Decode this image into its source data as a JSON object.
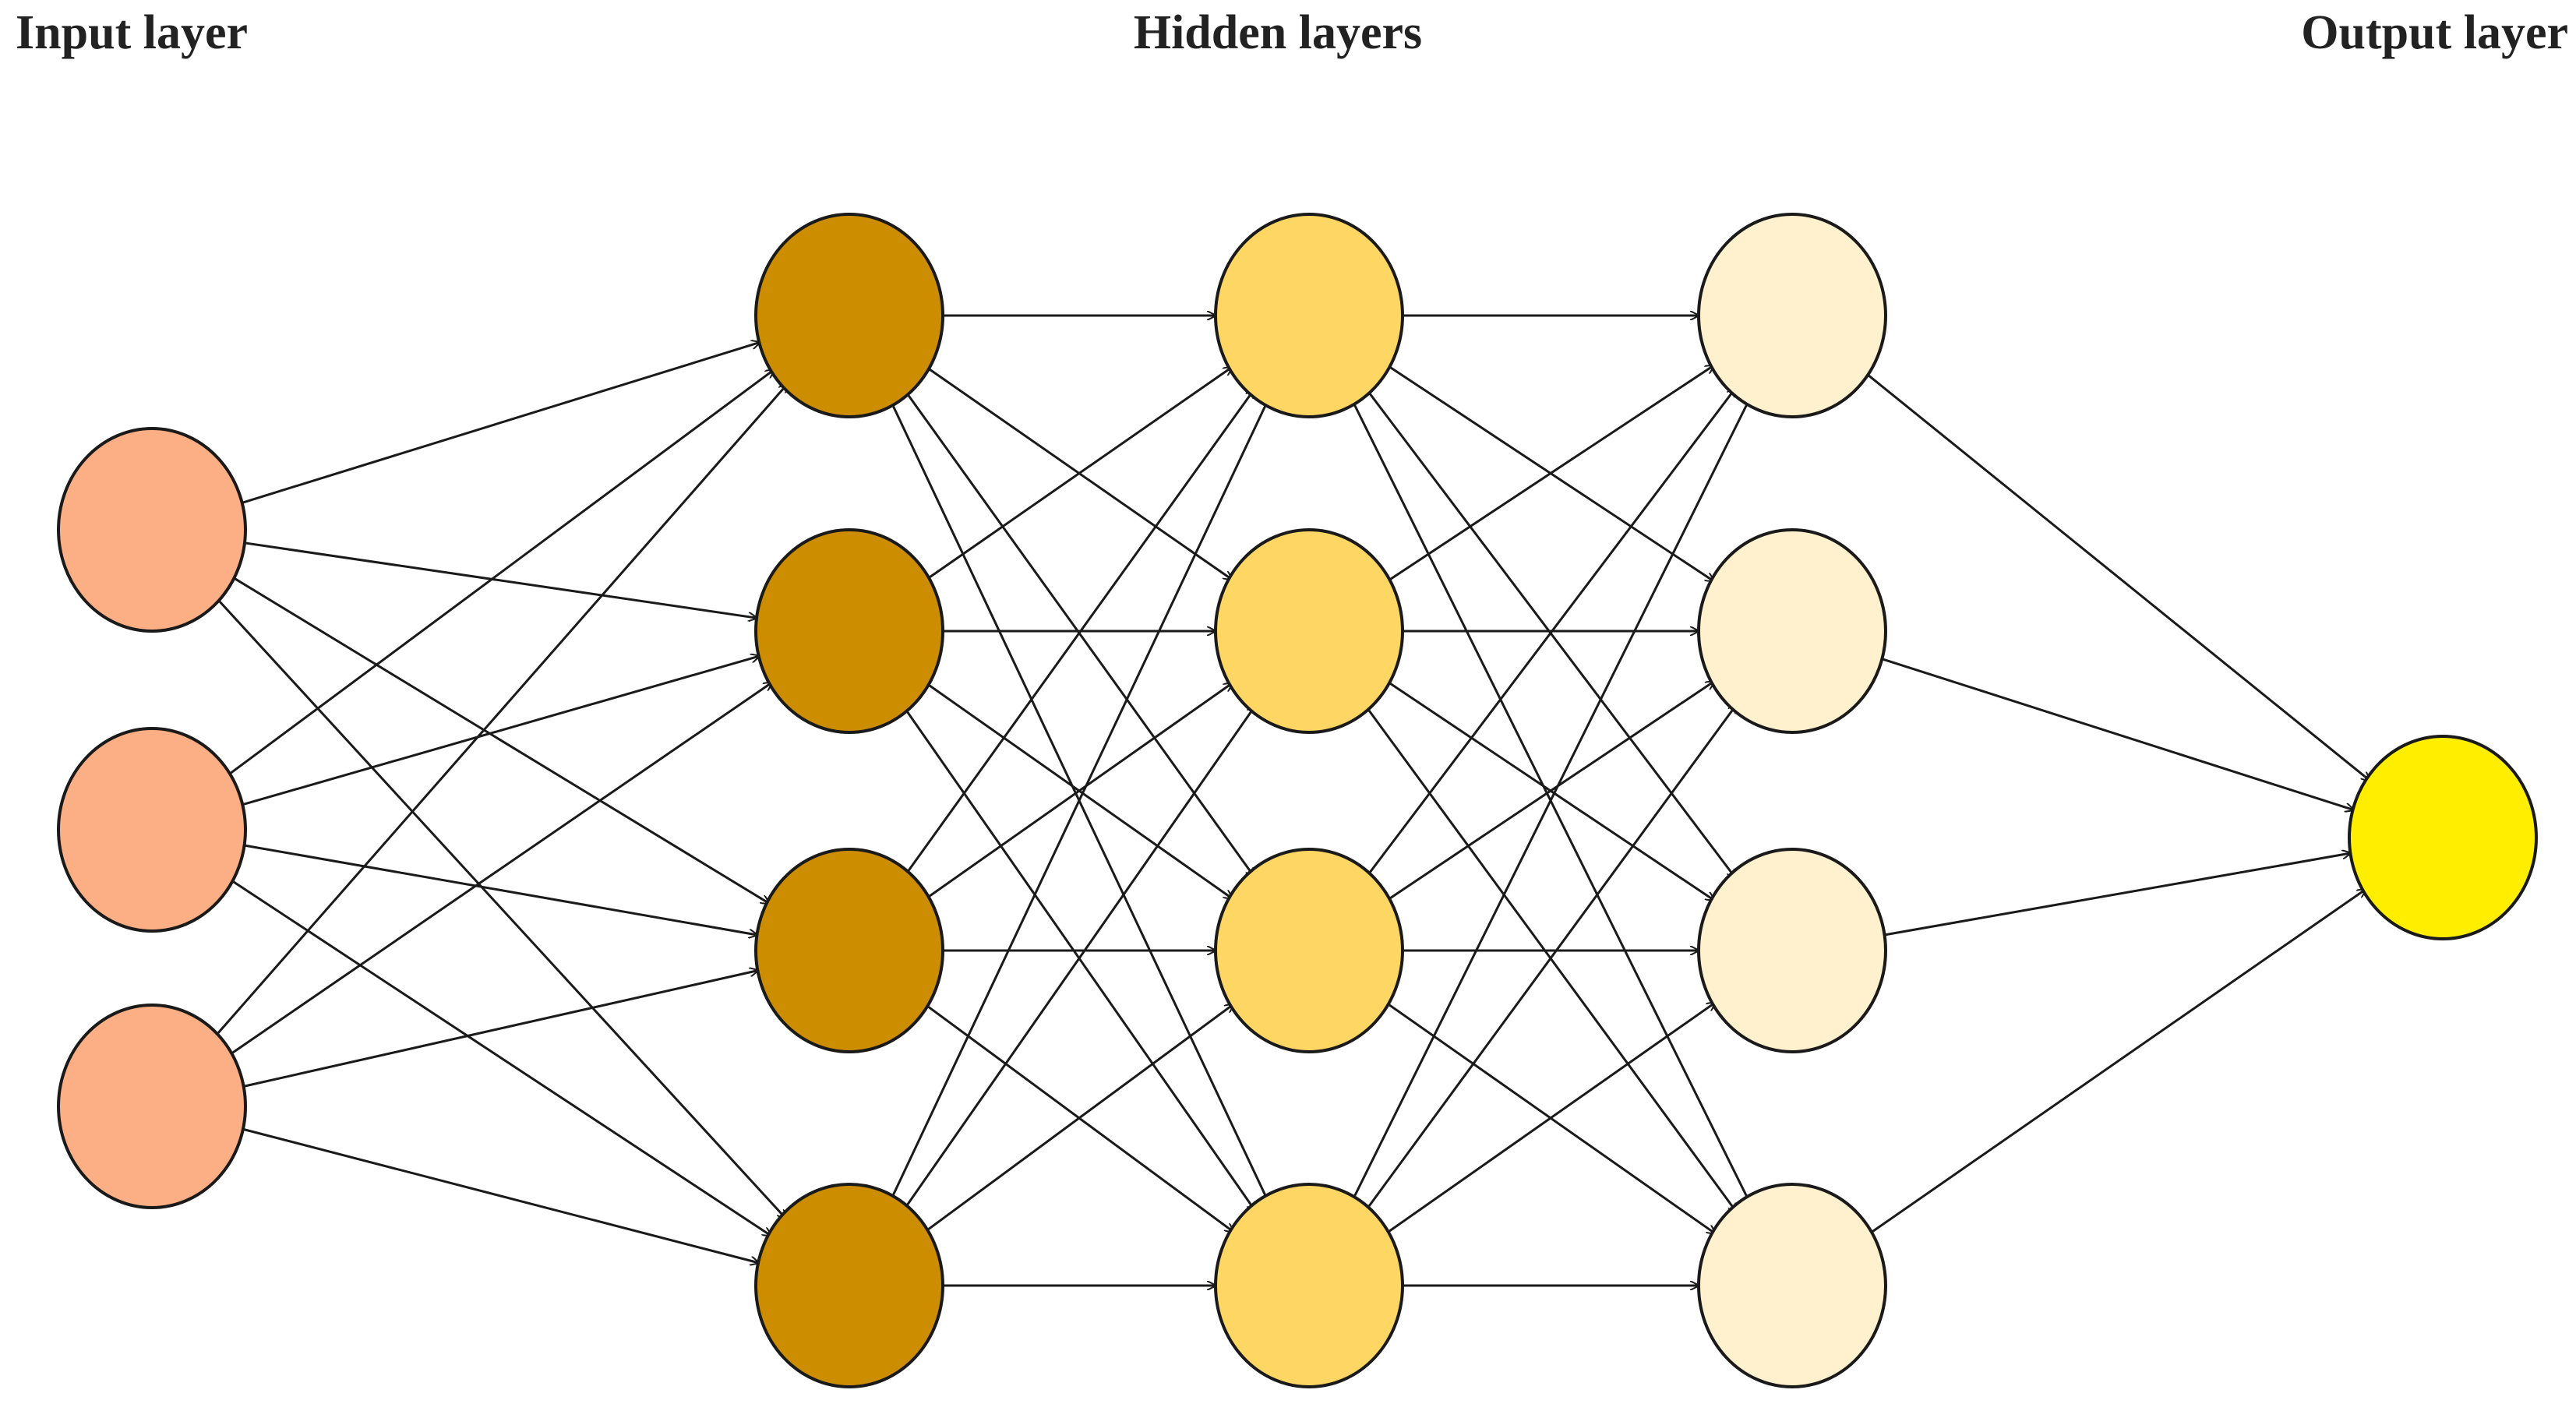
{
  "titles": {
    "input": "Input layer",
    "hidden": "Hidden layers",
    "output": "Output layer"
  },
  "network": {
    "layers": [
      {
        "name": "input",
        "nodes": 3,
        "color": "#FCAF84"
      },
      {
        "name": "hidden-1",
        "nodes": 4,
        "color": "#CC8D00"
      },
      {
        "name": "hidden-2",
        "nodes": 4,
        "color": "#FDD663"
      },
      {
        "name": "hidden-3",
        "nodes": 4,
        "color": "#FFF0CE"
      },
      {
        "name": "output",
        "nodes": 1,
        "color": "#FFEE00"
      }
    ],
    "connections": "fully-connected",
    "edge_color": "#1a1a1a",
    "node_stroke": "#1a1a1a"
  }
}
